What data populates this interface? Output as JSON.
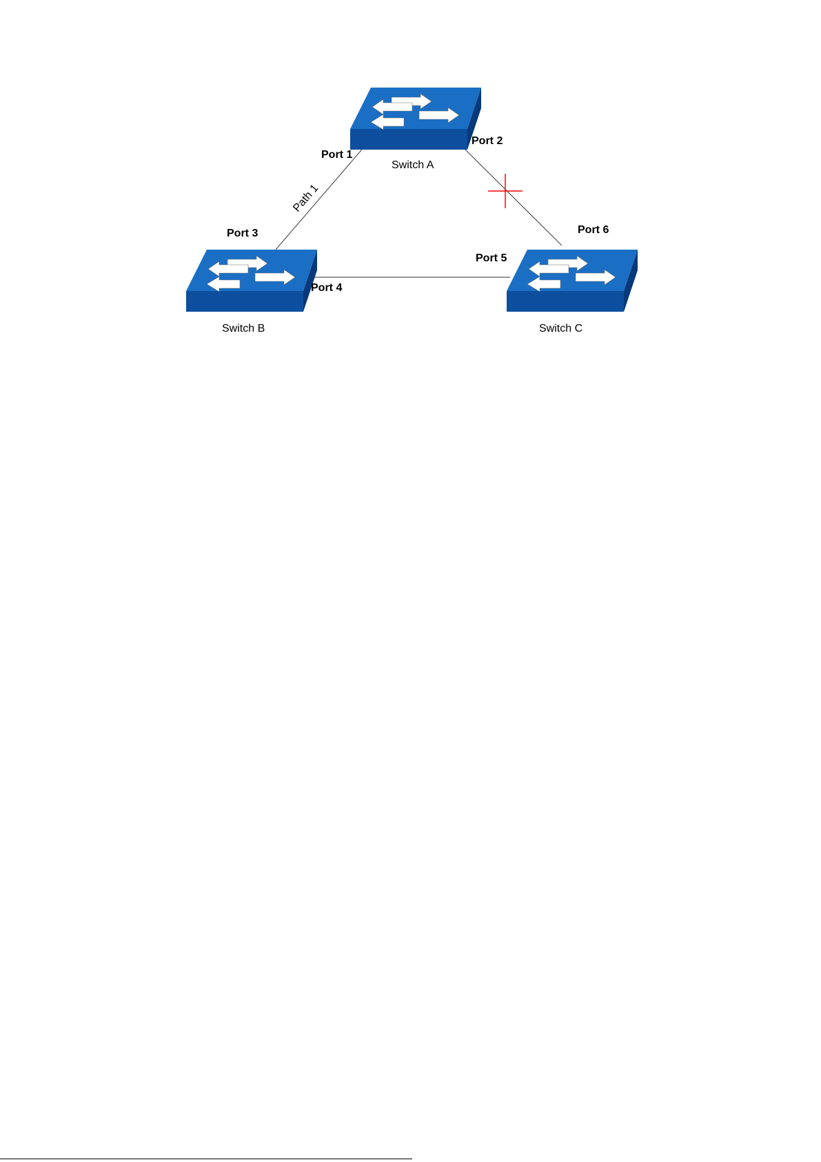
{
  "diagram": {
    "switches": [
      {
        "id": "a",
        "label": "Switch A"
      },
      {
        "id": "b",
        "label": "Switch B"
      },
      {
        "id": "c",
        "label": "Switch C"
      }
    ],
    "ports": {
      "p1": "Port 1",
      "p2": "Port 2",
      "p3": "Port 3",
      "p4": "Port 4",
      "p5": "Port 5",
      "p6": "Port 6"
    },
    "path_label": "Path 1",
    "links": [
      {
        "from": "Switch A",
        "to": "Switch B",
        "status": "active"
      },
      {
        "from": "Switch A",
        "to": "Switch C",
        "status": "blocked"
      },
      {
        "from": "Switch B",
        "to": "Switch C",
        "status": "active"
      }
    ],
    "colors": {
      "switch_top": "#1a6fc4",
      "switch_front": "#0d4f9e",
      "switch_side": "#08397a",
      "link": "#555555",
      "blocked_marker": "#ff0000"
    },
    "icons": {
      "switch": "network-switch-icon",
      "blocked": "blocked-link-cross-icon"
    }
  }
}
